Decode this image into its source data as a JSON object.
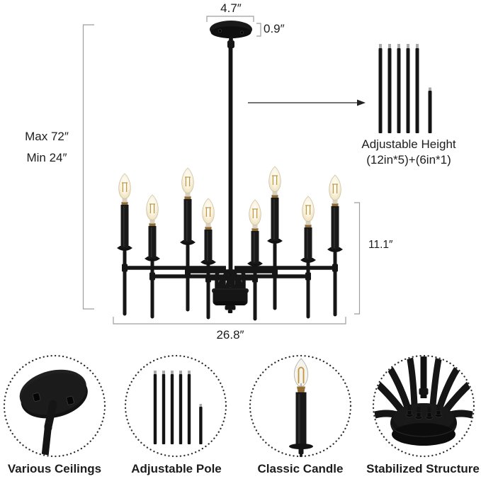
{
  "product_diagram": {
    "canopy_width": "4.7″",
    "canopy_height": "0.9″",
    "height_max": "Max 72″",
    "height_min": "Min 24″",
    "adjustable_height_title": "Adjustable Height",
    "adjustable_height_detail": "(12in*5)+(6in*1)",
    "body_height": "11.1″",
    "body_width": "26.8″"
  },
  "features": [
    {
      "label": "Various Ceilings",
      "icon": "slanted-ceiling-canopy-icon"
    },
    {
      "label": "Adjustable Pole",
      "icon": "downrod-set-icon"
    },
    {
      "label": "Classic Candle",
      "icon": "candle-bulb-icon"
    },
    {
      "label": "Stabilized Structure",
      "icon": "center-hub-icon"
    }
  ],
  "colors": {
    "background": "#ffffff",
    "fixture_black": "#161616",
    "dimension_line_gray": "#9e9e9e",
    "text_color": "#1d1d1f",
    "brass_accent": "#8d6b35",
    "rod_tip_gray": "#a9a9a9",
    "bulb_warm": "#f2e7c9"
  }
}
